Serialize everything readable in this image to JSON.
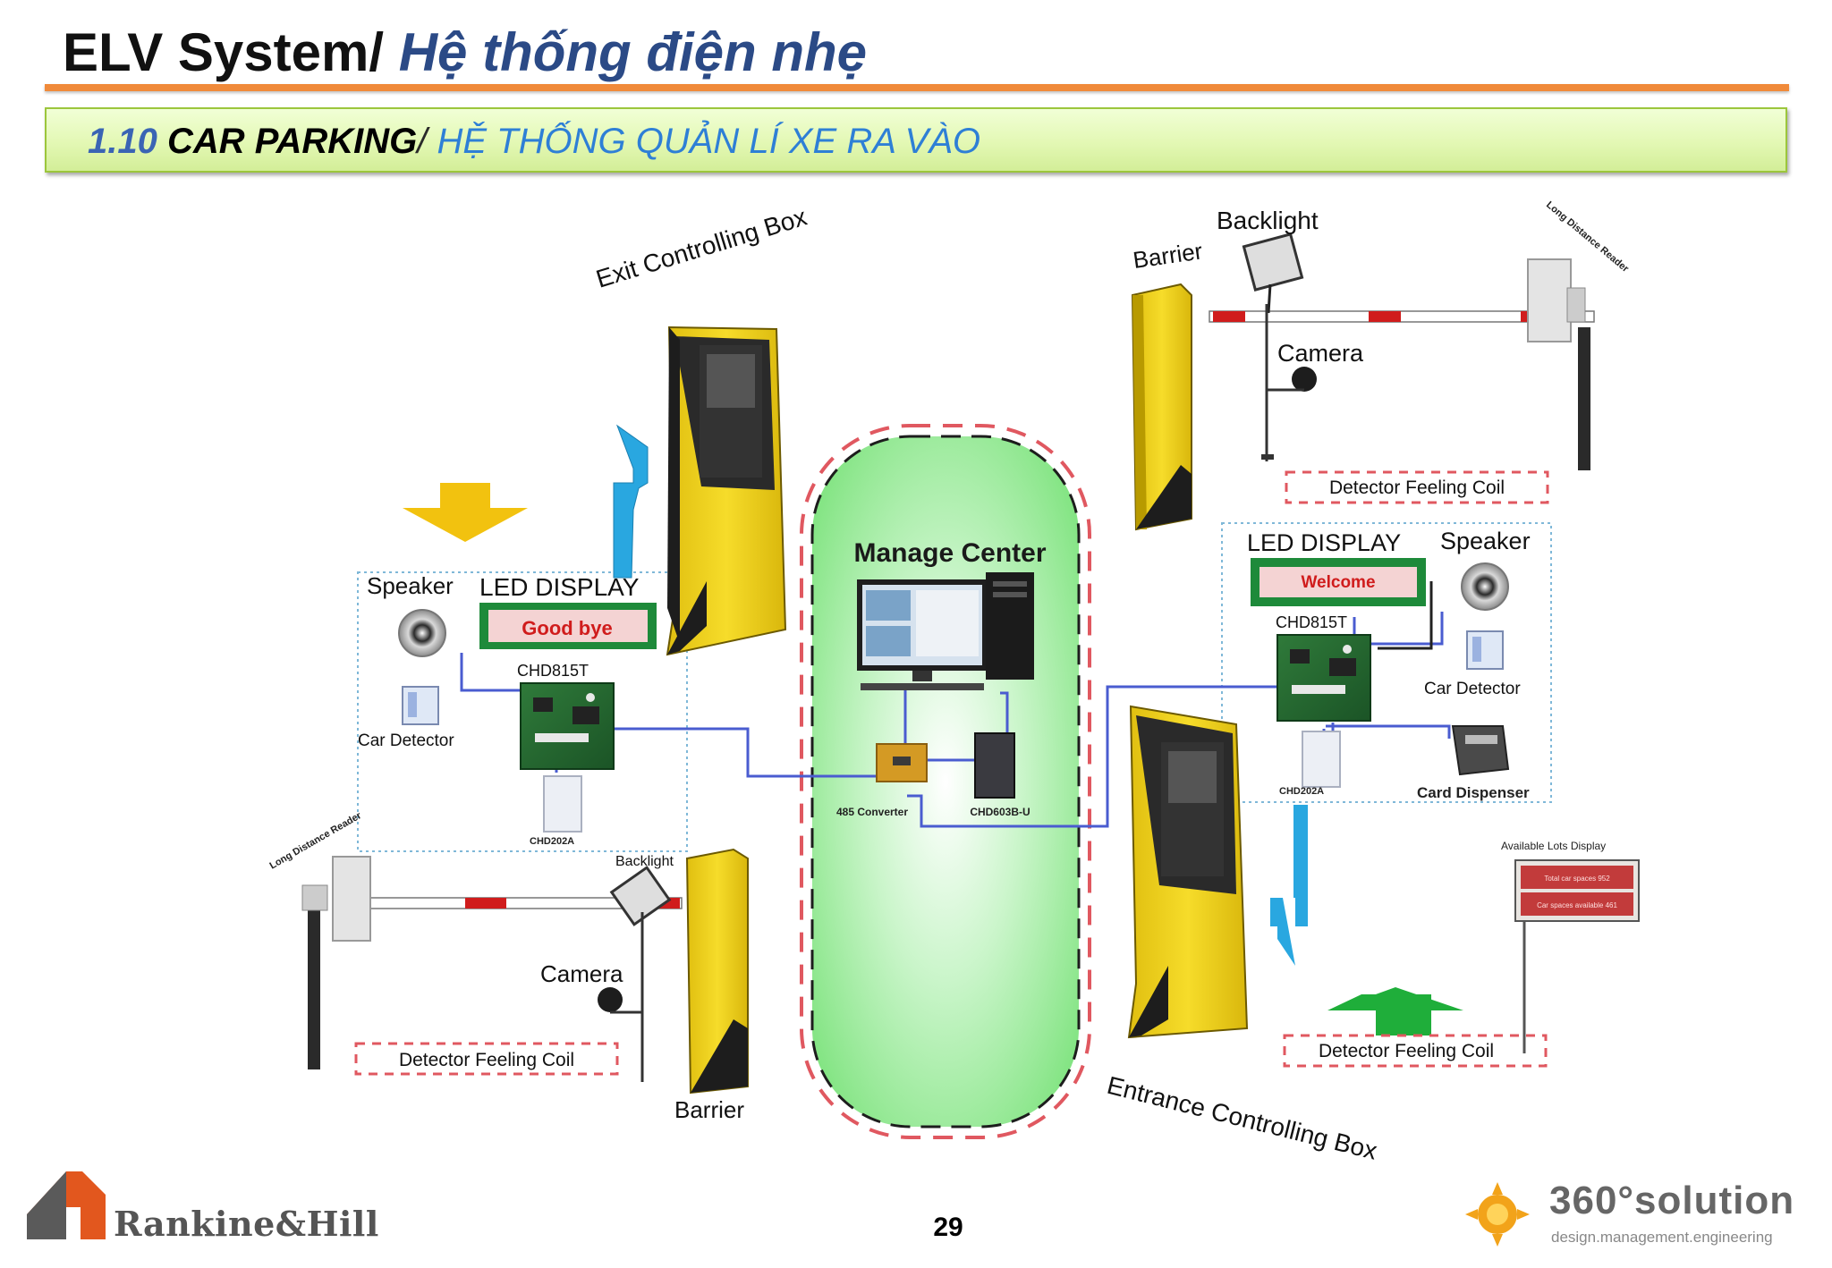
{
  "header": {
    "title_en": "ELV System/",
    "title_vi": "Hệ thống điện nhẹ"
  },
  "section": {
    "number": "1.10",
    "title_en": "CAR PARKING",
    "separator": "/",
    "title_vi": "HỆ THỐNG QUẢN LÍ XE RA VÀO"
  },
  "diagram": {
    "exit_box": "Exit Controlling Box",
    "entrance_box": "Entrance Controlling Box",
    "manage_center": "Manage Center",
    "converter": "485 Converter",
    "reader_center": "CHD603B-U",
    "left": {
      "speaker": "Speaker",
      "led_display": "LED DISPLAY",
      "led_message": "Good bye",
      "controller": "CHD815T",
      "car_detector": "Car Detector",
      "reader": "CHD202A",
      "long_reader": "Long Distance Reader",
      "backlight": "Backlight",
      "camera": "Camera",
      "coil": "Detector Feeling Coil",
      "barrier": "Barrier"
    },
    "right": {
      "backlight": "Backlight",
      "barrier": "Barrier",
      "long_reader": "Long Distance Reader",
      "camera": "Camera",
      "coil_top": "Detector Feeling Coil",
      "led_display": "LED DISPLAY",
      "speaker": "Speaker",
      "led_message": "Welcome",
      "controller": "CHD815T",
      "car_detector": "Car Detector",
      "reader": "CHD202A",
      "card_dispenser": "Card Dispenser",
      "lots_display": "Available Lots Display",
      "lots_line1": "Total car spaces 952",
      "lots_line2": "Car spaces available 461",
      "coil_bottom": "Detector Feeling Coil"
    }
  },
  "footer": {
    "page_number": "29",
    "left_logo": "Rankine&Hill",
    "right_logo_brand": "360°solution",
    "right_logo_tagline": "design.management.engineering"
  },
  "colors": {
    "accent_orange": "#f08a3a",
    "title_blue": "#2b4a86",
    "kiosk_yellow": "#f2d51a",
    "center_green": "#8ee98e",
    "arrow_blue": "#29a7e0",
    "arrow_yellow": "#f2c20f",
    "arrow_green": "#1fae3a",
    "wire_blue": "#3a4fc8",
    "dashed_red": "#e05860"
  }
}
